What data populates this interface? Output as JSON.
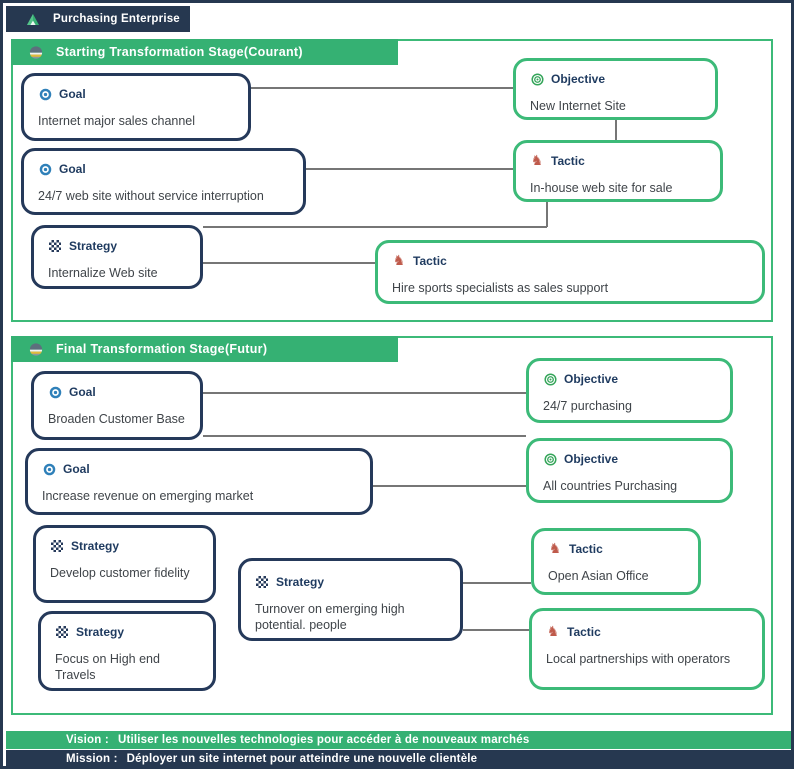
{
  "colors": {
    "green": "#35b173",
    "border_green": "#3cba78",
    "navy": "#263850",
    "node_navy": "#25395a",
    "line_gray": "#767676",
    "label_navy": "#1e3a5f",
    "tactic_icon_red": "#bf5a4b",
    "goal_icon_blue": "#2f80b9",
    "objective_icon_green": "#35a55a",
    "stage_icon_yellow": "#e3b93c"
  },
  "enterprise": {
    "title": "Purchasing Enterprise"
  },
  "stages": [
    {
      "title": "Starting Transformation Stage(Courant)",
      "nodes": [
        {
          "type": "Goal",
          "text": "Internet major sales channel"
        },
        {
          "type": "Objective",
          "text": "New Internet Site"
        },
        {
          "type": "Goal",
          "text": "24/7 web site without service interruption"
        },
        {
          "type": "Tactic",
          "text": "In-house web site for sale"
        },
        {
          "type": "Strategy",
          "text": "Internalize Web site"
        },
        {
          "type": "Tactic",
          "text": "Hire sports specialists as sales support"
        }
      ]
    },
    {
      "title": "Final Transformation Stage(Futur)",
      "nodes": [
        {
          "type": "Goal",
          "text": "Broaden Customer Base"
        },
        {
          "type": "Objective",
          "text": "24/7 purchasing"
        },
        {
          "type": "Objective",
          "text": "All countries Purchasing"
        },
        {
          "type": "Goal",
          "text": "Increase revenue on emerging market"
        },
        {
          "type": "Strategy",
          "text": "Develop customer fidelity"
        },
        {
          "type": "Strategy",
          "text": "Turnover on emerging high potential. people"
        },
        {
          "type": "Strategy",
          "text": "Focus on High end Travels"
        },
        {
          "type": "Tactic",
          "text": "Open Asian Office"
        },
        {
          "type": "Tactic",
          "text": "Local partnerships with operators"
        }
      ]
    }
  ],
  "vision": {
    "label": "Vision :",
    "text": "Utiliser les nouvelles technologies pour accéder à de nouveaux marchés"
  },
  "mission": {
    "label": "Mission :",
    "text": "Déployer un site internet pour atteindre une nouvelle clientèle"
  }
}
